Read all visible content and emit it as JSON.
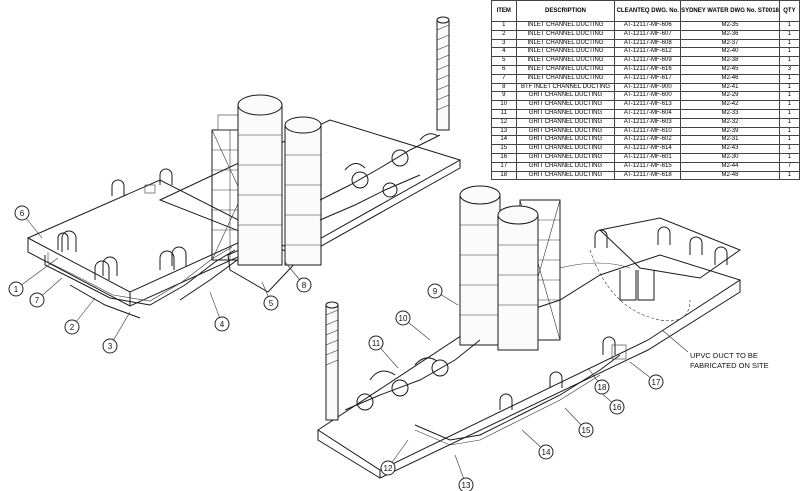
{
  "bom": {
    "headers": [
      "ITEM",
      "DESCRIPTION",
      "CLEANTEQ DWG. No.",
      "SYDNEY WATER DWG No. ST0018",
      "QTY"
    ],
    "rows": [
      [
        "1",
        "INLET CHANNEL DUCTING",
        "AT-12117-MF-606",
        "M2-35",
        "1"
      ],
      [
        "2",
        "INLET CHANNEL DUCTING",
        "AT-12117-MF-607",
        "M2-36",
        "1"
      ],
      [
        "3",
        "INLET CHANNEL DUCTING",
        "AT-12117-MF-608",
        "M2-37",
        "1"
      ],
      [
        "4",
        "INLET CHANNEL DUCTING",
        "AT-12117-MF-612",
        "M2-40",
        "1"
      ],
      [
        "5",
        "INLET CHANNEL DUCTING",
        "AT-12117-MF-609",
        "M2-38",
        "1"
      ],
      [
        "6",
        "INLET CHANNEL DUCTING",
        "AT-12117-MF-616",
        "M2-45",
        "3"
      ],
      [
        "7",
        "INLET CHANNEL DUCTING",
        "AT-12117-MF-617",
        "M2-46",
        "1"
      ],
      [
        "8",
        "BTF INLET CHANNEL DUCTING",
        "AT-12117-MF-900",
        "M2-41",
        "1"
      ],
      [
        "9",
        "GRIT CHANNEL DUCTING",
        "AT-12117-MF-600",
        "M2-29",
        "1"
      ],
      [
        "10",
        "GRIT CHANNEL DUCTING",
        "AT-12117-MF-613",
        "M2-42",
        "1"
      ],
      [
        "11",
        "GRIT CHANNEL DUCTING",
        "AT-12117-MF-604",
        "M2-33",
        "1"
      ],
      [
        "12",
        "GRIT CHANNEL DUCTING",
        "AT-12117-MF-603",
        "M2-32",
        "1"
      ],
      [
        "13",
        "GRIT CHANNEL DUCTING",
        "AT-12117-MF-610",
        "M2-39",
        "1"
      ],
      [
        "14",
        "GRIT CHANNEL DUCTING",
        "AT-12117-MF-602",
        "M2-31",
        "1"
      ],
      [
        "15",
        "GRIT CHANNEL DUCTING",
        "AT-12117-MF-614",
        "M2-43",
        "1"
      ],
      [
        "16",
        "GRIT CHANNEL DUCTING",
        "AT-12117-MF-601",
        "M2-30",
        "1"
      ],
      [
        "17",
        "GRIT CHANNEL DUCTING",
        "AT-12117-MF-615",
        "M2-44",
        "7"
      ],
      [
        "18",
        "GRIT CHANNEL DUCTING",
        "AT-12117-MF-618",
        "M2-48",
        "1"
      ]
    ]
  },
  "note": {
    "line1": "UPVC DUCT TO BE",
    "line2": "FABRICATED ON SITE"
  },
  "balloons": [
    "1",
    "2",
    "3",
    "4",
    "5",
    "6",
    "7",
    "8",
    "9",
    "10",
    "11",
    "12",
    "13",
    "14",
    "15",
    "16",
    "17",
    "18"
  ]
}
